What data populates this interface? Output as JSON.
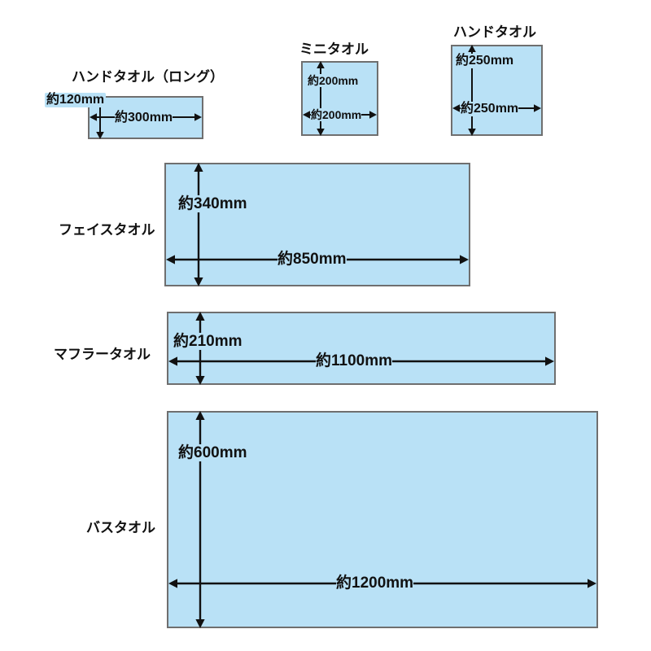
{
  "diagram": {
    "title_hidden": "",
    "background_color": "#ffffff",
    "towel_fill_color": "#b9e1f6",
    "towel_border_color": "#6f6f6f",
    "arrow_color": "#111111",
    "items": [
      {
        "id": "hand-towel-long",
        "name": "ハンドタオル（ロング）",
        "label_position": "above",
        "width_label": "約300mm",
        "height_label": "約120mm",
        "width_mm": 300,
        "height_mm": 120
      },
      {
        "id": "mini-towel",
        "name": "ミニタオル",
        "label_position": "above",
        "width_label": "約200mm",
        "height_label": "約200mm",
        "width_mm": 200,
        "height_mm": 200
      },
      {
        "id": "hand-towel",
        "name": "ハンドタオル",
        "label_position": "above",
        "width_label": "約250mm",
        "height_label": "約250mm",
        "width_mm": 250,
        "height_mm": 250
      },
      {
        "id": "face-towel",
        "name": "フェイスタオル",
        "label_position": "left",
        "width_label": "約850mm",
        "height_label": "約340mm",
        "width_mm": 850,
        "height_mm": 340
      },
      {
        "id": "muffler-towel",
        "name": "マフラータオル",
        "label_position": "left",
        "width_label": "約1100mm",
        "height_label": "約210mm",
        "width_mm": 1100,
        "height_mm": 210
      },
      {
        "id": "bath-towel",
        "name": "バスタオル",
        "label_position": "left",
        "width_label": "約1200mm",
        "height_label": "約600mm",
        "width_mm": 1200,
        "height_mm": 600
      }
    ]
  }
}
